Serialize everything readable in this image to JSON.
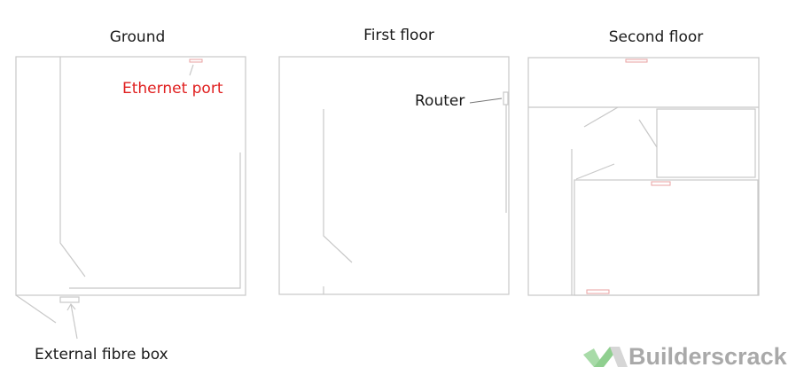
{
  "titles": {
    "ground": "Ground",
    "first": "First floor",
    "second": "Second floor"
  },
  "labels": {
    "ethernet_port": "Ethernet port",
    "router": "Router",
    "fibre_box": "External fibre box"
  },
  "logo": {
    "text": "Builderscrack"
  },
  "colors": {
    "ethernet_label": "#e02020",
    "wall": "#c8c8c8",
    "outlet": "#e8a0a0",
    "logo_green": "#9bd39b",
    "logo_gray": "#a9a9a9"
  }
}
